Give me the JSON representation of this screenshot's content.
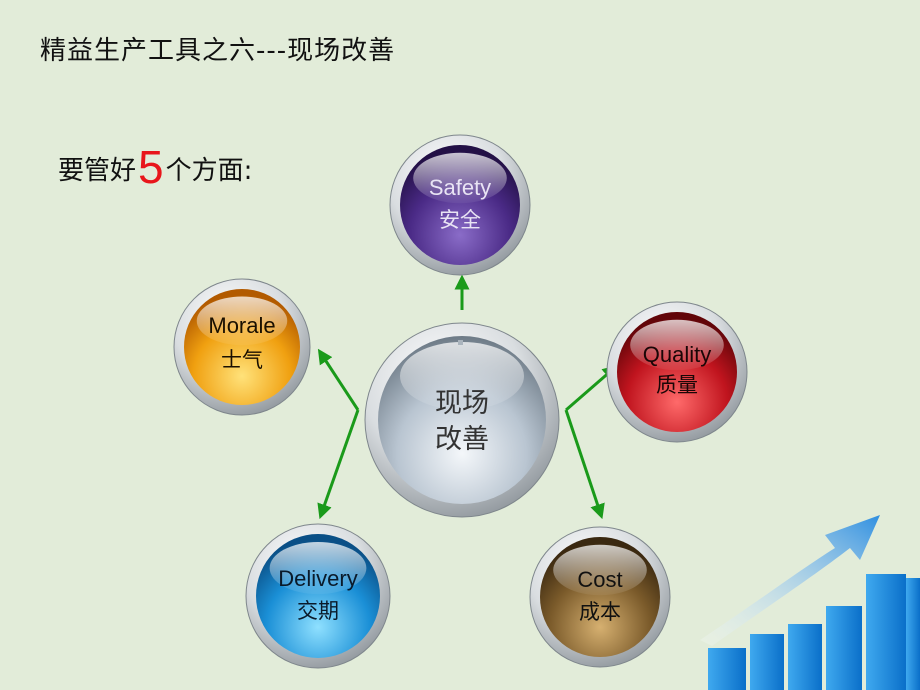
{
  "title": "精益生产工具之六---现场改善",
  "subtitle": {
    "prefix": "要管好",
    "number": "5",
    "suffix": "个方面:"
  },
  "center": {
    "line1": "现场",
    "line2": "改善",
    "color": "#b9c5d1"
  },
  "aspects": [
    {
      "id": "safety",
      "en": "Safety",
      "cn": "安全",
      "color": "#4a2a86"
    },
    {
      "id": "quality",
      "en": "Quality",
      "cn": "质量",
      "color": "#c0141e"
    },
    {
      "id": "cost",
      "en": "Cost",
      "cn": "成本",
      "color": "#7a5a2a"
    },
    {
      "id": "delivery",
      "en": "Delivery",
      "cn": "交期",
      "color": "#1a8fd6"
    },
    {
      "id": "morale",
      "en": "Morale",
      "cn": "士气",
      "color": "#f0a010"
    }
  ],
  "arrow_color": "#1a9a1a"
}
